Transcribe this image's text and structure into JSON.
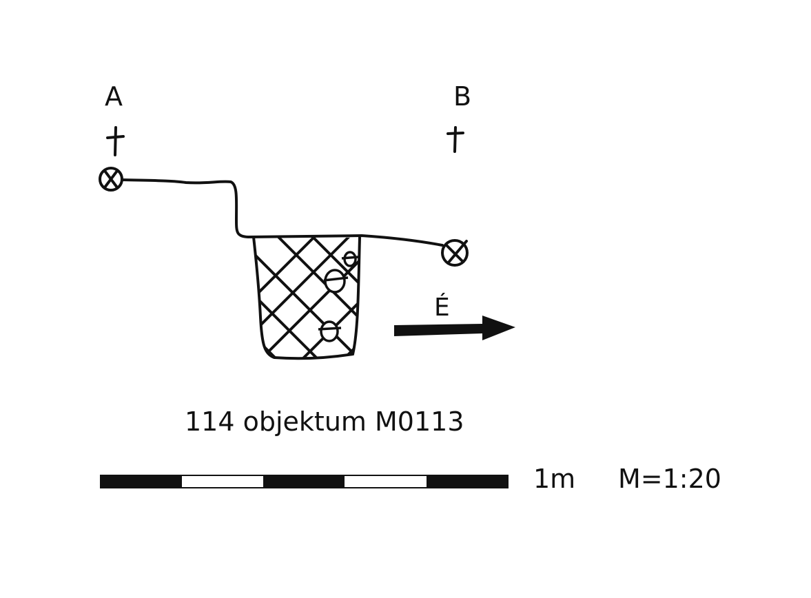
{
  "labels": {
    "point_a": "A",
    "point_b": "B",
    "direction": "É"
  },
  "caption": "114 objektum M0113",
  "scale": {
    "length_label": "1m",
    "ratio_label": "M=1:20",
    "segments": 5
  },
  "colors": {
    "ink": "#111111",
    "background": "#ffffff"
  }
}
